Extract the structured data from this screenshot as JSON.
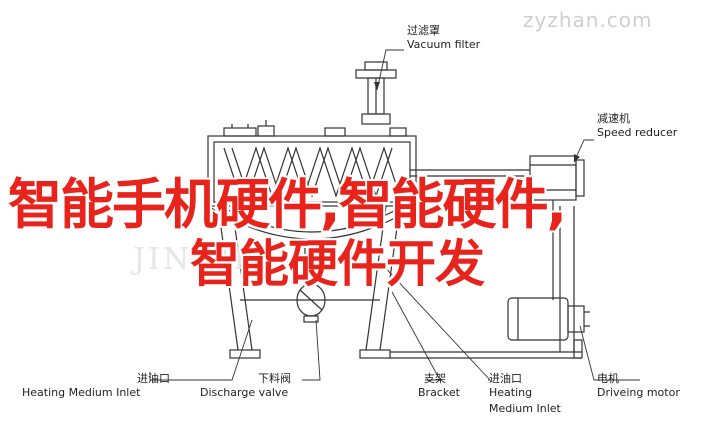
{
  "watermark": "zyzhan.com",
  "watermark_bg": "JINGHONG",
  "headline": {
    "line1": "智能手机硬件,智能硬件,",
    "line2": "智能硬件开发",
    "color": "#e8231b"
  },
  "labels": {
    "vacuum_filter": {
      "zh": "过滤罩",
      "en": "Vacuum filter"
    },
    "speed_reducer": {
      "zh": "减速机",
      "en": "Speed reducer"
    },
    "heating_inlet_left": {
      "zh": "进油口",
      "en": "Heating Medium Inlet"
    },
    "discharge_valve": {
      "zh": "下料阀",
      "en": "Discharge valve"
    },
    "bracket": {
      "zh": "支架",
      "en": "Bracket"
    },
    "heating_inlet_right": {
      "zh": "进油口",
      "en": "Heating",
      "en2": "Medium Inlet"
    },
    "driving_motor": {
      "zh": "电机",
      "en": "Driveing motor"
    }
  }
}
